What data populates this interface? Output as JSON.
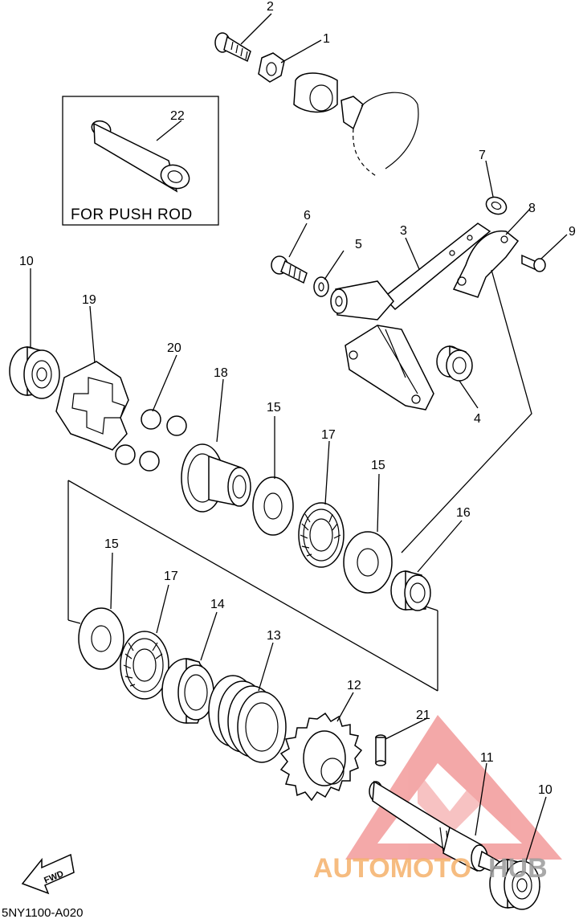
{
  "labels": {
    "p1": "1",
    "p2": "2",
    "p3": "3",
    "p4": "4",
    "p5": "5",
    "p6": "6",
    "p7": "7",
    "p8": "8",
    "p9": "9",
    "p10a": "10",
    "p10b": "10",
    "p11": "11",
    "p12": "12",
    "p13": "13",
    "p14": "14",
    "p15a": "15",
    "p15b": "15",
    "p15c": "15",
    "p16": "16",
    "p17a": "17",
    "p17b": "17",
    "p18": "18",
    "p19": "19",
    "p20": "20",
    "p21": "21",
    "p22": "22"
  },
  "inset": {
    "caption": "FOR PUSH ROD"
  },
  "fwd": {
    "label": "FWD"
  },
  "diagram_code": "5NY1100-A020",
  "watermark": {
    "text_part1": "AUTOMOTO",
    "text_part2": "HUB",
    "color1": "#f5b06a",
    "color2": "#9a9a9a",
    "logo_color": "#f08a8a"
  }
}
